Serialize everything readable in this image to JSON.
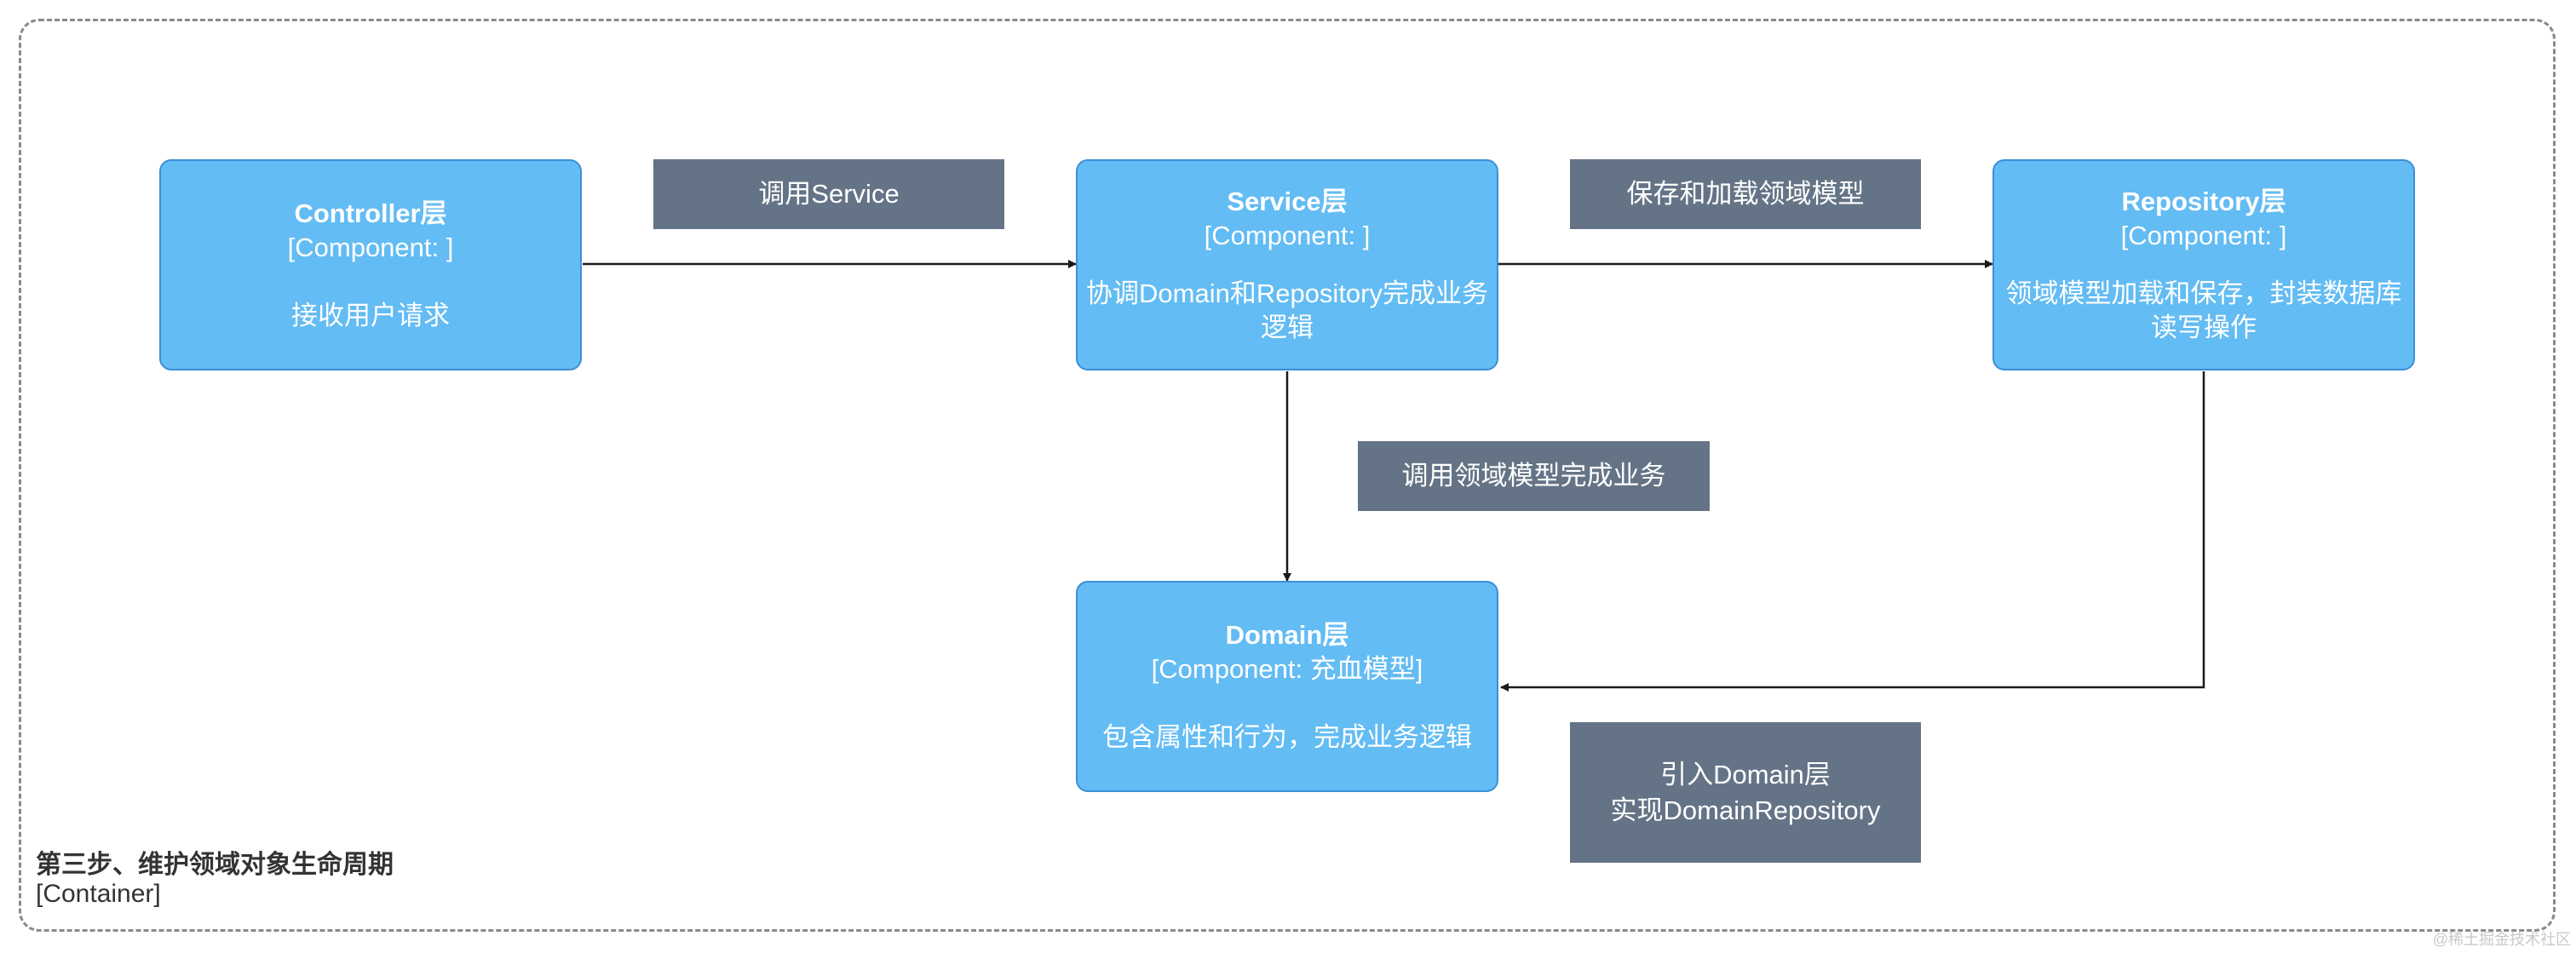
{
  "colors": {
    "node_fill": "#63bcf3",
    "node_border": "#3c8fd6",
    "label_fill": "#647486",
    "edge": "#1a1a1a",
    "frame": "#8a8a8a"
  },
  "container": {
    "title": "第三步、维护领域对象生命周期",
    "type": "[Container]"
  },
  "nodes": {
    "controller": {
      "name": "Controller层",
      "type": "[Component: ]",
      "desc": "接收用户请求"
    },
    "service": {
      "name": "Service层",
      "type": "[Component: ]",
      "desc": "协调Domain和Repository完成业务逻辑"
    },
    "repository": {
      "name": "Repository层",
      "type": "[Component: ]",
      "desc": "领域模型加载和保存，封装数据库读写操作"
    },
    "domain": {
      "name": "Domain层",
      "type": "[Component: 充血模型]",
      "desc": "包含属性和行为，完成业务逻辑"
    }
  },
  "edges": {
    "controller_service": "调用Service",
    "service_repository": "保存和加载领域模型",
    "service_domain": "调用领域模型完成业务",
    "repository_domain_line1": "引入Domain层",
    "repository_domain_line2": "实现DomainRepository"
  },
  "watermark": "@稀土掘金技术社区"
}
